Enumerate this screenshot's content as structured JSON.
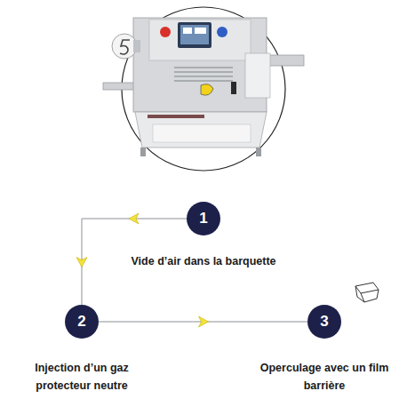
{
  "diagram": {
    "nodes": [
      {
        "text": [
          "1",
          "Vide d’air dans la barquette"
        ]
      },
      {
        "text": [
          "2",
          "Injection d’un gaz protecteur neutre"
        ]
      },
      {
        "text": [
          "3",
          "Operculage avec un film barrière"
        ]
      }
    ],
    "edges": [
      {
        "from": 0,
        "to": 1,
        "arrow": "to"
      },
      {
        "from": 1,
        "to": 2,
        "arrow": "to"
      }
    ]
  }
}
